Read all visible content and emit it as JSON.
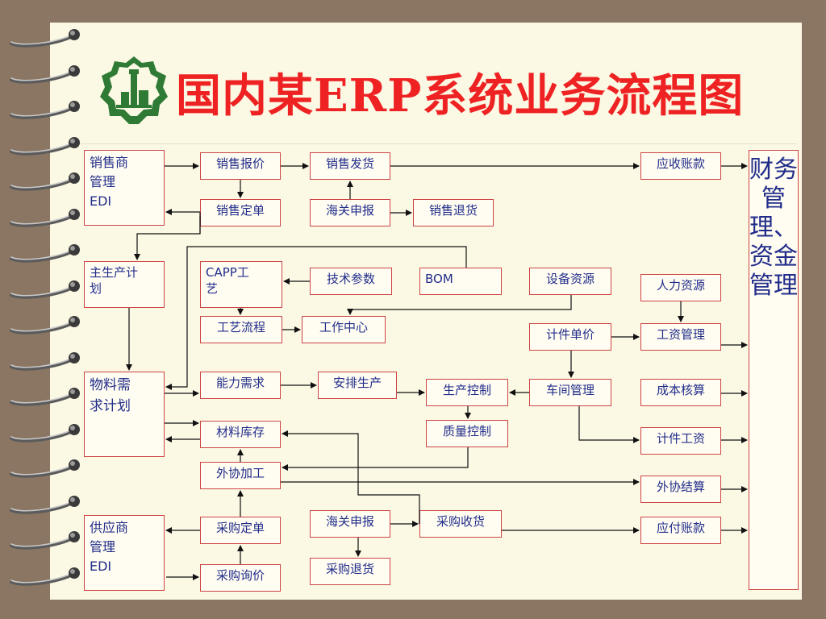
{
  "title": "国内某ERP系统业务流程图",
  "colors": {
    "title": "#ee2222",
    "box_border": "#cc4444",
    "box_text": "#222d8a",
    "paper": "#fbf8e4",
    "background": "#8a7662",
    "logo": "#2f7a35"
  },
  "nodes": {
    "sales_edi": "销售商\n管理\nEDI",
    "sales_quote": "销售报价",
    "sales_ship": "销售发货",
    "receivable": "应收账款",
    "sales_order": "销售定单",
    "customs_sales": "海关申报",
    "sales_return": "销售退货",
    "mps": "主生产计\n划",
    "capp": "CAPP工\n艺",
    "tech_params": "技术参数",
    "bom": "BOM",
    "equipment": "设备资源",
    "hr": "人力资源",
    "routing": "工艺流程",
    "work_center": "工作中心",
    "piece_price": "计件单价",
    "wage_mgmt": "工资管理",
    "mrp": "物料需\n求计划",
    "capacity": "能力需求",
    "scheduling": "安排生产",
    "prod_control": "生产控制",
    "workshop": "车间管理",
    "cost": "成本核算",
    "inventory": "材料库存",
    "quality": "质量控制",
    "piece_wage": "计件工资",
    "outsourcing": "外协加工",
    "outsourcing_settle": "外协结算",
    "supplier_edi": "供应商\n管理\nEDI",
    "purchase_order": "采购定单",
    "customs_purchase": "海关申报",
    "purchase_receipt": "采购收货",
    "payable": "应付账款",
    "purchase_inquiry": "采购询价",
    "purchase_return": "采购退货",
    "finance": "财务管理、资金管理"
  }
}
